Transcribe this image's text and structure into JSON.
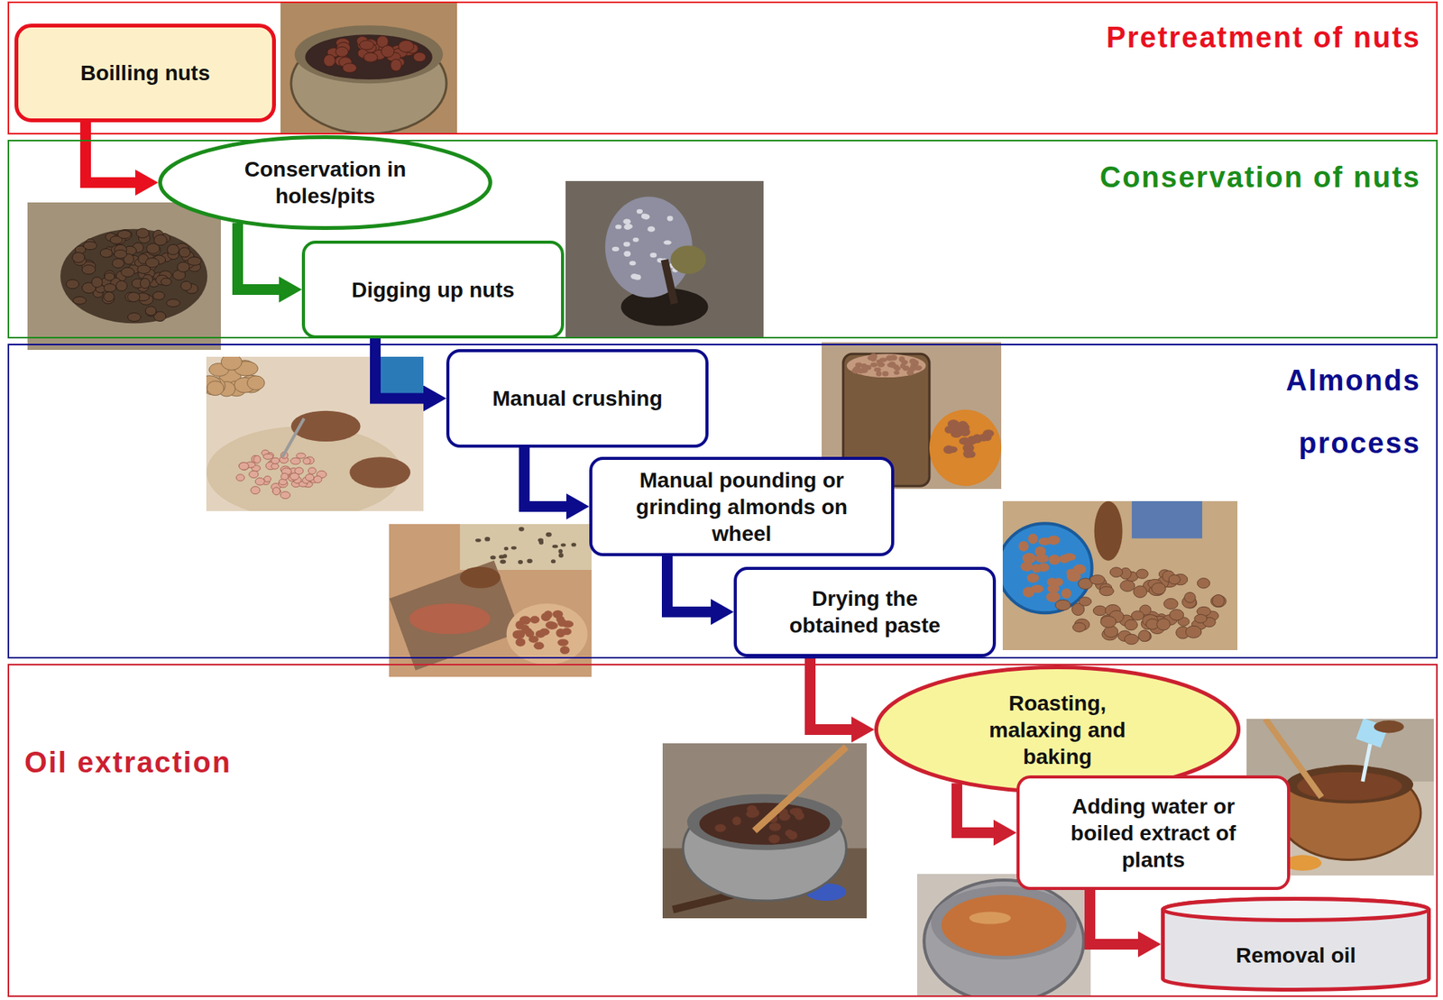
{
  "diagram": {
    "nodes": [
      {
        "text": [
          "Pretreatment of nuts"
        ]
      },
      {
        "text": [
          "Boilling nuts"
        ],
        "in": 0
      },
      {
        "text": [
          "Conservation of nuts"
        ]
      },
      {
        "text": [
          "Conservation in holes/pits"
        ],
        "in": 2
      },
      {
        "text": [
          "Digging up nuts"
        ],
        "in": 2
      },
      {
        "text": [
          "Almonds process"
        ]
      },
      {
        "text": [
          "Manual crushing"
        ],
        "in": 5
      },
      {
        "text": [
          "Manual pounding or grinding almonds on wheel"
        ],
        "in": 5
      },
      {
        "text": [
          "Drying the obtained paste"
        ],
        "in": 5
      },
      {
        "text": [
          "Oil extraction"
        ]
      },
      {
        "text": [
          "Roasting, malaxing and baking"
        ],
        "in": 9
      },
      {
        "text": [
          "Adding water or boiled extract of plants"
        ],
        "in": 9
      },
      {
        "text": [
          "Removal oil"
        ],
        "in": 9
      }
    ],
    "edges": [
      {
        "from": 1,
        "to": 3,
        "arrow": "to"
      },
      {
        "from": 3,
        "to": 4,
        "arrow": "to"
      },
      {
        "from": 4,
        "to": 6,
        "arrow": "to"
      },
      {
        "from": 6,
        "to": 7,
        "arrow": "to"
      },
      {
        "from": 7,
        "to": 8,
        "arrow": "to"
      },
      {
        "from": 8,
        "to": 10,
        "arrow": "to"
      },
      {
        "from": 10,
        "to": 11,
        "arrow": "to"
      },
      {
        "from": 11,
        "to": 12,
        "arrow": "to"
      }
    ]
  }
}
